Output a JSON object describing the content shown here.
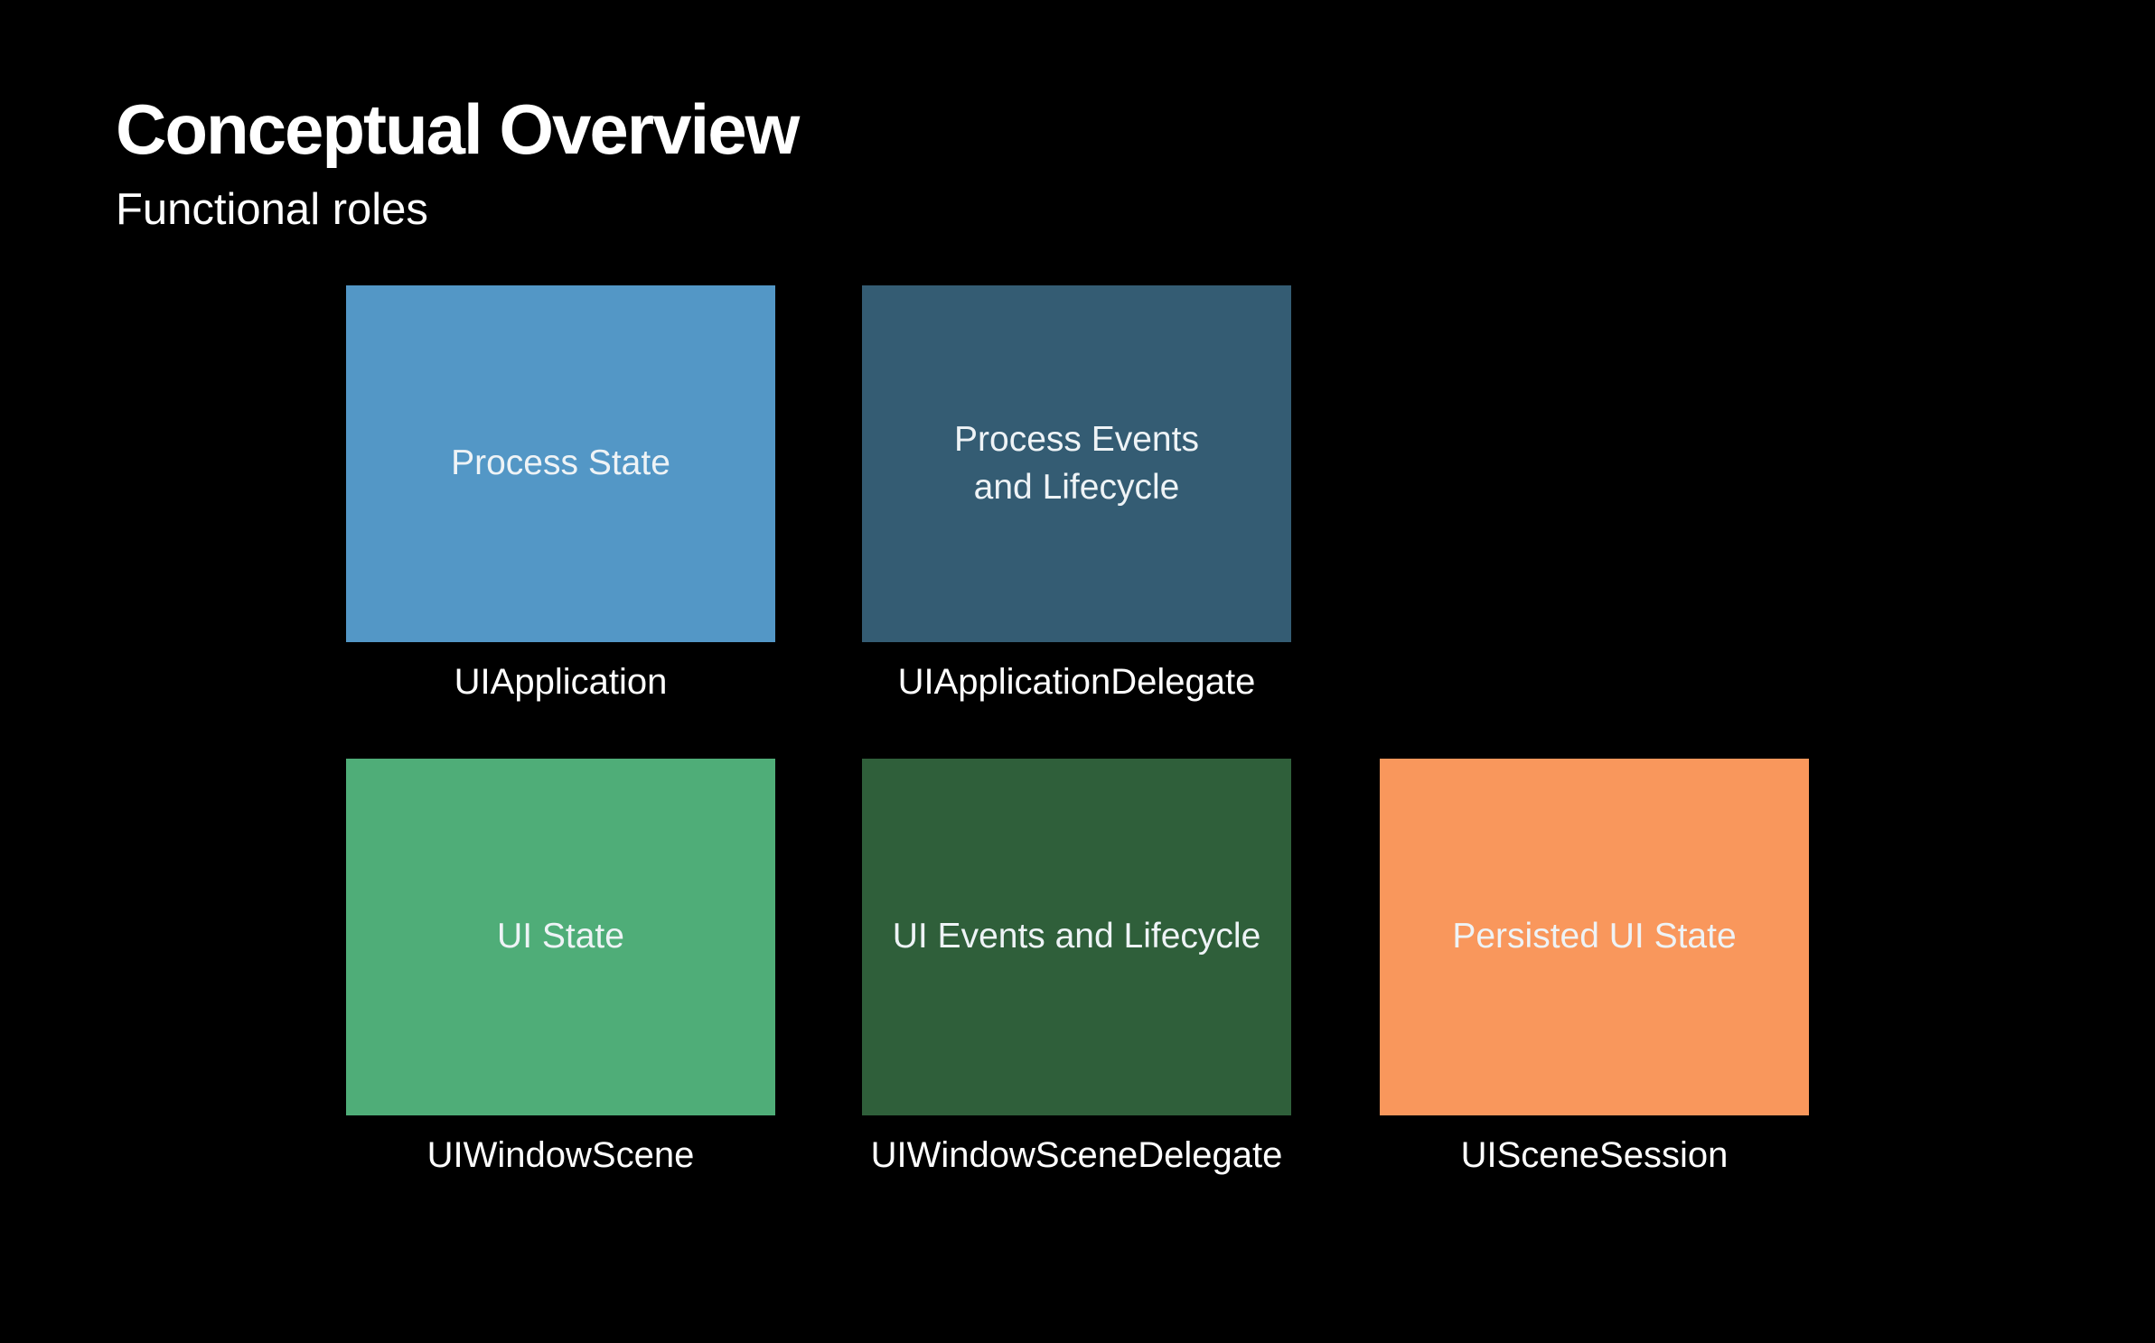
{
  "slide": {
    "title": "Conceptual Overview",
    "subtitle": "Functional roles",
    "background_color": "#000000",
    "text_color": "#ffffff"
  },
  "boxes": [
    {
      "name": "process-state",
      "label": "Process State",
      "caption": "UIApplication",
      "color": "#5397c6"
    },
    {
      "name": "process-events-and-lifecycle",
      "label": "Process Events\nand Lifecycle",
      "caption": "UIApplicationDelegate",
      "color": "#345c73"
    },
    {
      "name": "ui-state",
      "label": "UI State",
      "caption": "UIWindowScene",
      "color": "#4fad78"
    },
    {
      "name": "ui-events-and-lifecycle",
      "label": "UI Events and Lifecycle",
      "caption": "UIWindowSceneDelegate",
      "color": "#2f5f3a"
    },
    {
      "name": "persisted-ui-state",
      "label": "Persisted UI State",
      "caption": "UISceneSession",
      "color": "#f9975c"
    }
  ]
}
